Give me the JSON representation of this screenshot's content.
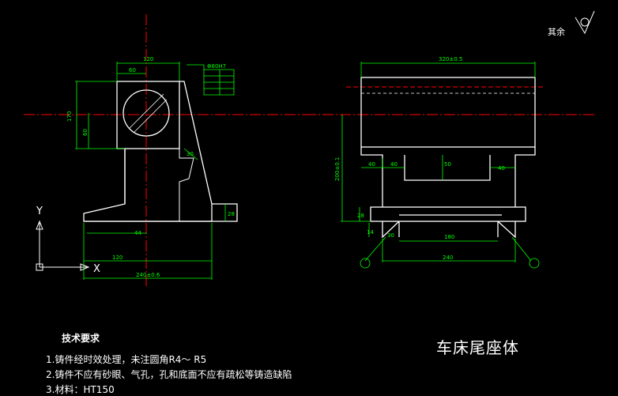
{
  "drawing": {
    "title": "车床尾座体",
    "surface_finish_note": "其余",
    "axis_labels": {
      "x": "X",
      "y": "Y"
    }
  },
  "technical_requirements": {
    "heading": "技术要求",
    "items": [
      "1.铸件经时效处理，未注圆角R4～ R5",
      "2.铸件不应有砂眼、气孔，孔和底面不应有疏松等铸造缺陷",
      "3.材料：HT150"
    ]
  },
  "front_view_dims": {
    "top_width": "120",
    "left_offset": "60",
    "hole_dia": "Φ80H7",
    "height_total": "170",
    "height_center": "60",
    "slope_angle": "30",
    "base_height": "28",
    "base_offset": "44",
    "center_to_left": "120",
    "overall_width": "240±0.6"
  },
  "side_view_dims": {
    "top_length": "320±0.5",
    "height_to_center": "200±0.1",
    "left_step_a": "40",
    "left_step_b": "40",
    "slot_depth": "50",
    "right_step": "40",
    "base_height": "28",
    "base_step": "14",
    "bevel": "30",
    "slot_width": "180",
    "base_width": "240"
  },
  "colors": {
    "background": "#000000",
    "outline": "#ffffff",
    "dimension": "#00ff00",
    "centerline": "#ff0000",
    "text": "#ffffff"
  }
}
